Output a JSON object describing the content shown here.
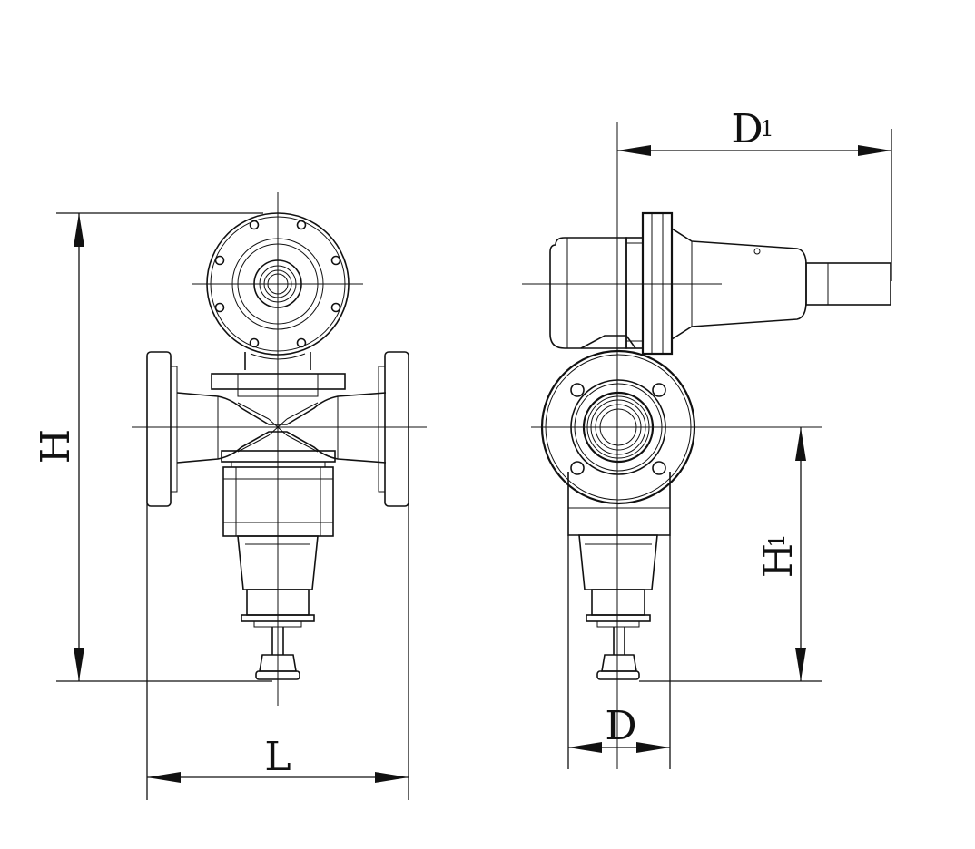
{
  "labels": {
    "H": "H",
    "L": "L",
    "D": "D",
    "D1_main": "D",
    "D1_sub": "1",
    "H1_main": "H",
    "H1_sub": "1"
  }
}
